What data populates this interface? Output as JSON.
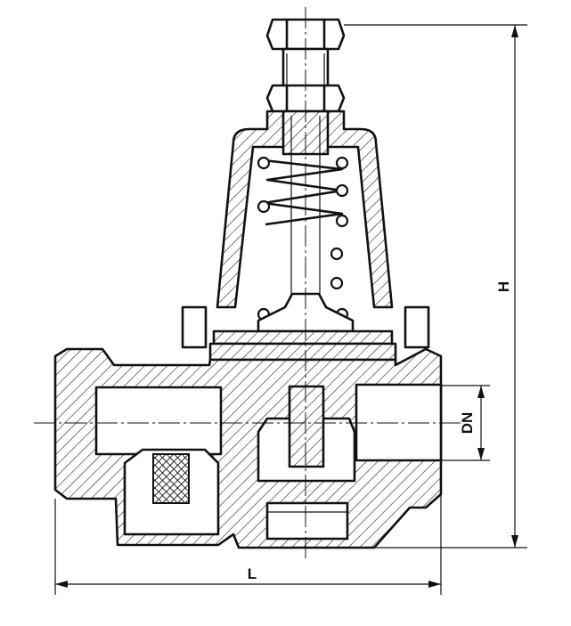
{
  "dimensions": {
    "height_label": "H",
    "nominal_diameter_label": "DN",
    "length_label": "L"
  },
  "colors": {
    "line": "#111111",
    "background": "#ffffff"
  }
}
